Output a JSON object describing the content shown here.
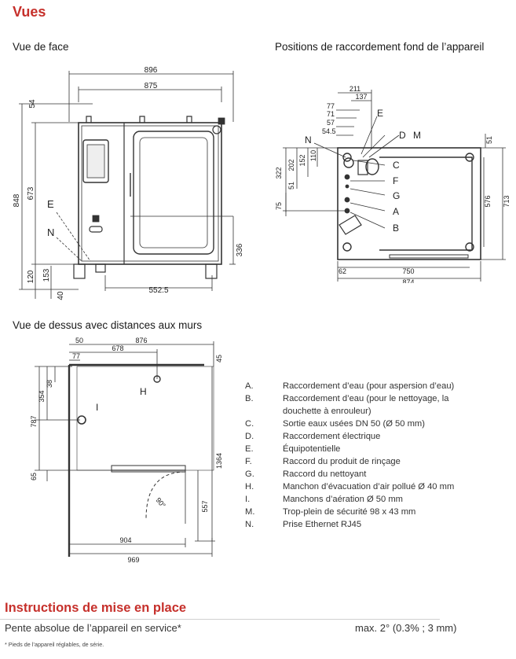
{
  "title": "Vues",
  "front_view": {
    "caption": "Vue de face",
    "dims": {
      "w896": "896",
      "w875": "875",
      "h54": "54",
      "h848": "848",
      "h673": "673",
      "h120": "120",
      "h153": "153",
      "h40": "40",
      "h336": "336",
      "w552": "552.5"
    },
    "labels": {
      "e": "E",
      "n": "N"
    }
  },
  "rear_view": {
    "caption": "Positions de raccordement fond de l’appareil",
    "dims": {
      "d211": "211",
      "d137": "137",
      "d77": "77",
      "d71": "71",
      "d57": "57",
      "d54": "54.5",
      "d51": "51",
      "d576": "576",
      "d713": "713",
      "d322": "322",
      "d202": "202",
      "d152": "152",
      "d110": "110",
      "d51b": "51",
      "d75": "75",
      "d62": "62",
      "d750": "750",
      "d874": "874"
    },
    "labels": {
      "n": "N",
      "e": "E",
      "d": "D",
      "m": "M",
      "c": "C",
      "f": "F",
      "g": "G",
      "a": "A",
      "b": "B"
    }
  },
  "top_view": {
    "caption": "Vue de dessus avec distances aux murs",
    "dims": {
      "d50": "50",
      "d876": "876",
      "d678": "678",
      "d77": "77",
      "d45": "45",
      "d38": "38",
      "d354": "354",
      "d787": "787",
      "d65": "65",
      "d1364": "1364",
      "d557": "557",
      "d904": "904",
      "d969": "969",
      "angle": "90°"
    },
    "labels": {
      "h": "H",
      "i": "I"
    }
  },
  "legend": [
    {
      "letter": "A.",
      "text": "Raccordement d’eau (pour aspersion d’eau)"
    },
    {
      "letter": "B.",
      "text": "Raccordement d’eau (pour le nettoyage, la douchette à enrouleur)"
    },
    {
      "letter": "C.",
      "text": "Sortie eaux usées DN 50 (Ø 50 mm)"
    },
    {
      "letter": "D.",
      "text": "Raccordement électrique"
    },
    {
      "letter": "E.",
      "text": "Équipotentielle"
    },
    {
      "letter": "F.",
      "text": "Raccord du produit de rinçage"
    },
    {
      "letter": "G.",
      "text": "Raccord du nettoyant"
    },
    {
      "letter": "H.",
      "text": "Manchon d’évacuation d’air pollué Ø 40 mm"
    },
    {
      "letter": "I.",
      "text": "Manchons d’aération Ø 50 mm"
    },
    {
      "letter": "M.",
      "text": "Trop-plein de sécurité 98 x 43 mm"
    },
    {
      "letter": "N.",
      "text": "Prise Ethernet RJ45"
    }
  ],
  "installation": {
    "heading": "Instructions de mise en place",
    "slope_label": "Pente absolue de l’appareil en service*",
    "slope_value": "max. 2° (0.3% ; 3 mm)",
    "footnote": "* Pieds de l’appareil réglables, de série."
  }
}
